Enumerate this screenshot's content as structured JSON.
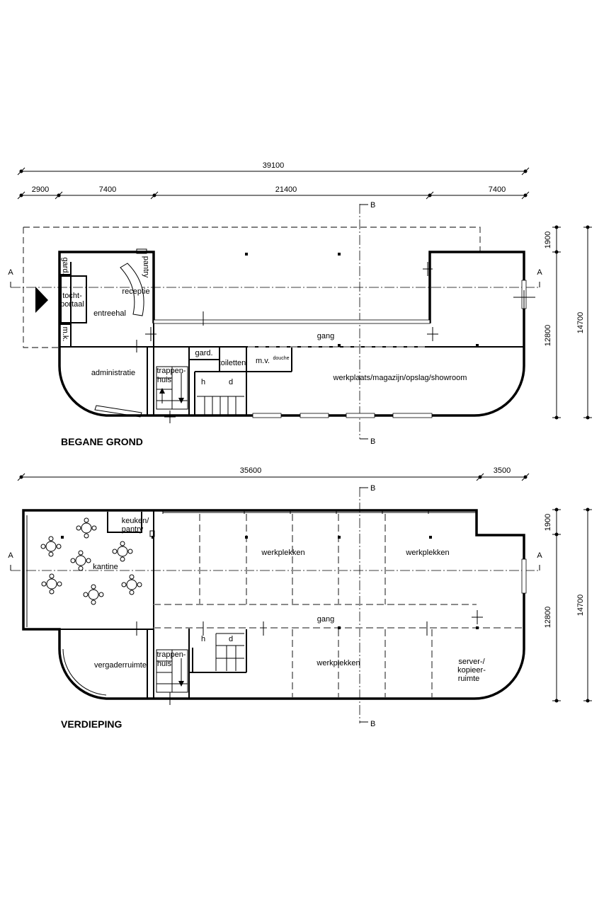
{
  "ground_floor": {
    "title": "BEGANE GROND",
    "dims_top": {
      "overall": "39100",
      "segments": [
        "2900",
        "7400",
        "21400",
        "7400"
      ]
    },
    "dims_right": {
      "small": "1900",
      "main": "12800",
      "overall": "14700"
    },
    "section_marks": {
      "a_left": "A",
      "a_right": "A",
      "b_top": "B",
      "b_bottom": "B"
    },
    "rooms": {
      "gard": "gard.",
      "tochtportaal_1": "tocht-",
      "tochtportaal_2": "portaal",
      "mk": "m.k.",
      "entreehal": "entreehal",
      "receptie": "receptie",
      "pantry": "pantry",
      "gang": "gang",
      "administratie": "administratie",
      "trappenhuis_1": "trappen-",
      "trappenhuis_2": "huis",
      "gard2": "gard.",
      "toiletten": "toiletten",
      "h": "h",
      "d": "d",
      "mv": "m.v.",
      "douche": "douche",
      "werkplaats": "werkplaats/magazijn/opslag/showroom"
    }
  },
  "upper_floor": {
    "title": "VERDIEPING",
    "dims_top": {
      "main": "35600",
      "right": "3500"
    },
    "dims_right": {
      "small": "1900",
      "main": "12800",
      "overall": "14700"
    },
    "section_marks": {
      "a_left": "A",
      "a_right": "A",
      "b_top": "B",
      "b_bottom": "B"
    },
    "rooms": {
      "keuken_1": "keuken/",
      "keuken_2": "pantry",
      "kantine": "kantine",
      "werkplekken_1": "werkplekken",
      "werkplekken_2": "werkplekken",
      "werkplekken_3": "werkplekken",
      "gang": "gang",
      "vergaderruimte": "vergaderruimte",
      "trappenhuis_1": "trappen-",
      "trappenhuis_2": "huis",
      "h": "h",
      "d": "d",
      "server_1": "server-/",
      "server_2": "kopieer-",
      "server_3": "ruimte"
    }
  }
}
